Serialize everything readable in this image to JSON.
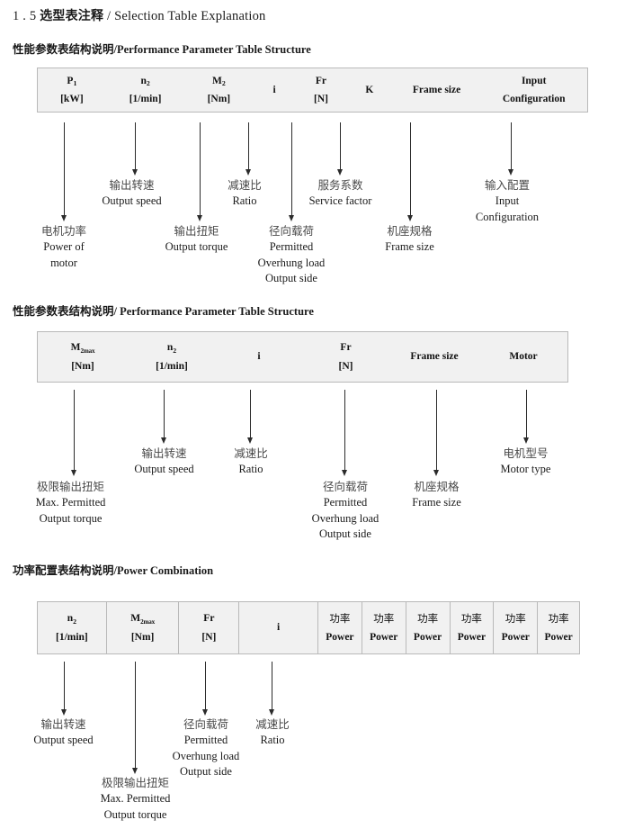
{
  "document": {
    "section_number": "1 . 5",
    "title_cn": "选型表注释",
    "title_sep": "/",
    "title_en": "Selection Table Explanation"
  },
  "sections": [
    {
      "heading_cn": "性能参数表结构说明",
      "heading_sep": "/",
      "heading_en": "Performance Parameter Table Structure",
      "table": {
        "columns": [
          {
            "line1": "P",
            "sub1": "1",
            "line2": "[kW]"
          },
          {
            "line1": "n",
            "sub1": "2",
            "line2": "[1/min]"
          },
          {
            "line1": "M",
            "sub1": "2",
            "line2": "[Nm]"
          },
          {
            "line1": "i",
            "sub1": "",
            "line2": ""
          },
          {
            "line1": "Fr",
            "sub1": "",
            "line2": "[N]"
          },
          {
            "line1": "K",
            "sub1": "",
            "line2": ""
          },
          {
            "line1": "Frame size",
            "sub1": "",
            "line2": ""
          },
          {
            "line1": "Input",
            "sub1": "",
            "line2": "Configuration"
          }
        ]
      },
      "annotations": [
        {
          "cn": "电机功率",
          "en": [
            "Power of",
            "motor"
          ]
        },
        {
          "cn": "输出转速",
          "en": [
            "Output speed"
          ]
        },
        {
          "cn": "输出扭矩",
          "en": [
            "Output torque"
          ]
        },
        {
          "cn": "减速比",
          "en": [
            "Ratio"
          ]
        },
        {
          "cn": "径向载荷",
          "en": [
            "Permitted",
            "Overhung load",
            "Output side"
          ]
        },
        {
          "cn": "服务系数",
          "en": [
            "Service factor"
          ]
        },
        {
          "cn": "机座规格",
          "en": [
            "Frame size"
          ]
        },
        {
          "cn": "输入配置",
          "en": [
            "Input",
            "Configuration"
          ]
        }
      ]
    },
    {
      "heading_cn": "性能参数表结构说明",
      "heading_sep": "/",
      "heading_en": "Performance Parameter Table Structure",
      "table": {
        "columns": [
          {
            "line1": "M",
            "sub1": "2max",
            "line2": "[Nm]"
          },
          {
            "line1": "n",
            "sub1": "2",
            "line2": "[1/min]"
          },
          {
            "line1": "i",
            "sub1": "",
            "line2": ""
          },
          {
            "line1": "Fr",
            "sub1": "",
            "line2": "[N]"
          },
          {
            "line1": "Frame size",
            "sub1": "",
            "line2": ""
          },
          {
            "line1": "Motor",
            "sub1": "",
            "line2": ""
          }
        ]
      },
      "annotations": [
        {
          "cn": "极限输出扭矩",
          "en": [
            "Max. Permitted",
            "Output  torque"
          ]
        },
        {
          "cn": "输出转速",
          "en": [
            "Output speed"
          ]
        },
        {
          "cn": "减速比",
          "en": [
            "Ratio"
          ]
        },
        {
          "cn": "径向载荷",
          "en": [
            "Permitted",
            "Overhung load",
            "Output side"
          ]
        },
        {
          "cn": "机座规格",
          "en": [
            "Frame size"
          ]
        },
        {
          "cn": "电机型号",
          "en": [
            "Motor type"
          ]
        }
      ]
    },
    {
      "heading_cn": "功率配置表结构说明",
      "heading_sep": "/",
      "heading_en": "Power Combination",
      "table": {
        "columns": [
          {
            "line1": "n",
            "sub1": "2",
            "line2": "[1/min]"
          },
          {
            "line1": "M",
            "sub1": "2max",
            "line2": "[Nm]"
          },
          {
            "line1": "Fr",
            "sub1": "",
            "line2": "[N]"
          },
          {
            "line1": "i",
            "sub1": "",
            "line2": ""
          },
          {
            "line1_cn": "功率",
            "line2": "Power"
          },
          {
            "line1_cn": "功率",
            "line2": "Power"
          },
          {
            "line1_cn": "功率",
            "line2": "Power"
          },
          {
            "line1_cn": "功率",
            "line2": "Power"
          },
          {
            "line1_cn": "功率",
            "line2": "Power"
          },
          {
            "line1_cn": "功率",
            "line2": "Power"
          }
        ]
      },
      "annotations": [
        {
          "cn": "输出转速",
          "en": [
            "Output speed"
          ]
        },
        {
          "cn": "极限输出扭矩",
          "en": [
            "Max. Permitted",
            "Output  torque"
          ]
        },
        {
          "cn": "径向载荷",
          "en": [
            "Permitted",
            "Overhung load",
            "Output side"
          ]
        },
        {
          "cn": "减速比",
          "en": [
            "Ratio"
          ]
        }
      ]
    }
  ],
  "colors": {
    "table_fill": "#f1f1f1",
    "table_border": "#b9b9b9",
    "arrow": "#2b2b2b",
    "cn_label": "#4a4a4a",
    "text": "#1a1a1a"
  }
}
